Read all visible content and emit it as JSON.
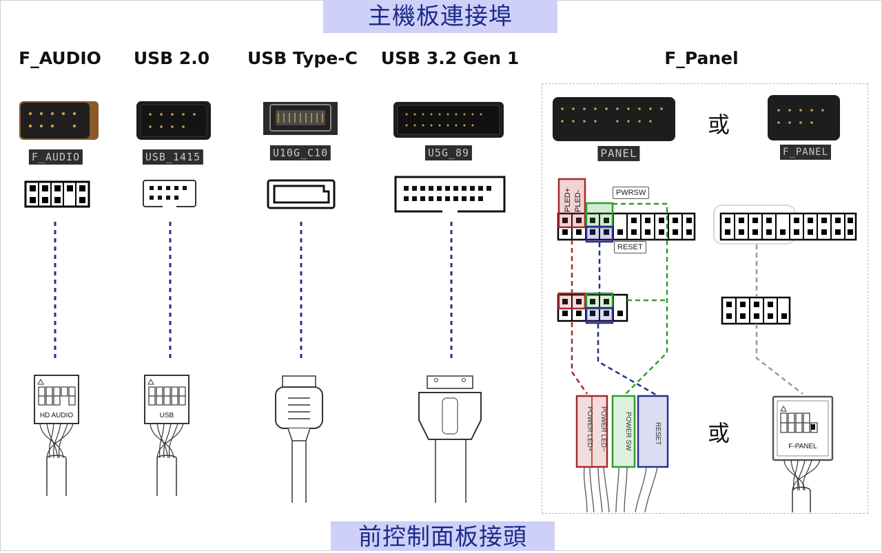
{
  "header": {
    "title": "主機板連接埠"
  },
  "footer": {
    "title": "前控制面板接頭"
  },
  "columns": [
    {
      "title": "F_AUDIO",
      "silk": "F_AUDIO",
      "connector_label": "HD AUDIO"
    },
    {
      "title": "USB 2.0",
      "silk": "USB_1415",
      "connector_label": "USB"
    },
    {
      "title": "USB Type-C",
      "silk": "U10G_C10"
    },
    {
      "title": "USB 3.2 Gen 1",
      "silk": "U5G_89"
    },
    {
      "title": "F_Panel",
      "silk_left": "PANEL",
      "silk_right": "F_PANEL"
    }
  ],
  "f_panel": {
    "or_top": "或",
    "or_bottom": "或",
    "pin_tags": {
      "pled_plus": "PLED+",
      "pled_minus": "PLED-",
      "pwrsw": "PWRSW",
      "reset": "RESET"
    },
    "cables": {
      "power_led_plus": "POWER LED+",
      "power_led_minus": "POWER LED−",
      "power_sw": "POWER SW",
      "reset": "RESET"
    },
    "fpanel_connector_label": "F-PANEL"
  },
  "colors": {
    "led": "#a52a2a",
    "pwr": "#2e9d2e",
    "reset": "#2a2f8f",
    "wire_dash": "#1f2f8c",
    "grey_dash": "#9a9a9a"
  }
}
